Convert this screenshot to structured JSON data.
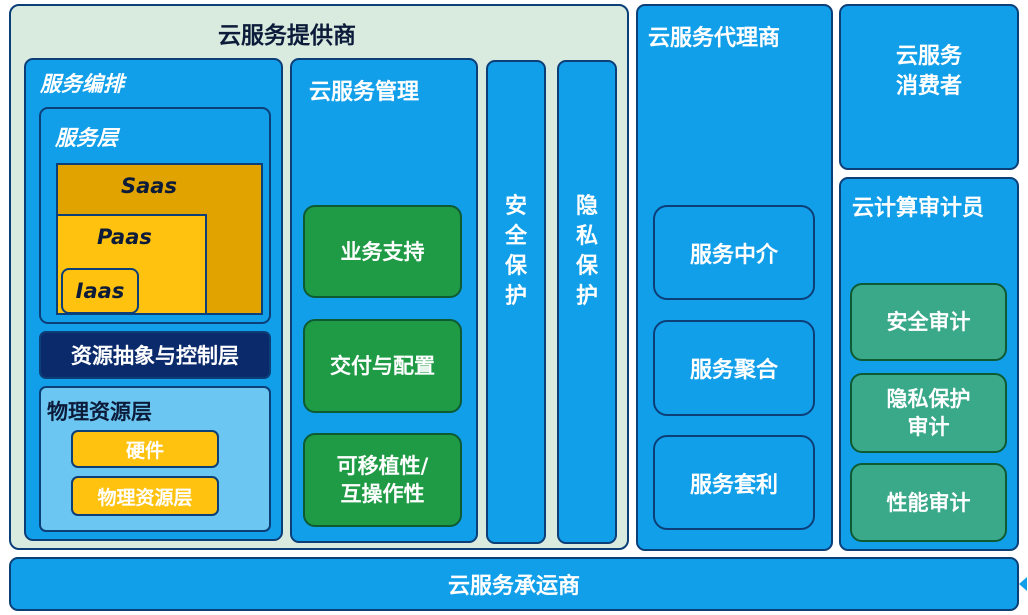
{
  "provider": {
    "title": "云服务提供商",
    "orchestration": {
      "title": "服务编排",
      "service_layer": {
        "title": "服务层",
        "saas": "Saas",
        "paas": "Paas",
        "iaas": "Iaas"
      },
      "abstraction_layer": "资源抽象与控制层",
      "physical_layer": {
        "title": "物理资源层",
        "hardware": "硬件",
        "facility": "物理资源层"
      }
    },
    "management": {
      "title": "云服务管理",
      "items": [
        "业务支持",
        "交付与配置",
        "可移植性/",
        "互操作性"
      ]
    },
    "security": [
      "安",
      "全",
      "保",
      "护"
    ],
    "privacy": [
      "隐",
      "私",
      "保",
      "护"
    ]
  },
  "broker": {
    "title": "云服务代理商",
    "items": [
      "服务中介",
      "服务聚合",
      "服务套利"
    ]
  },
  "consumer": {
    "line1": "云服务",
    "line2": "消费者"
  },
  "auditor": {
    "title": "云计算审计员",
    "items": [
      "安全审计",
      "隐私保护",
      "审计",
      "性能审计"
    ]
  },
  "carrier": {
    "title": "云服务承运商"
  },
  "colors": {
    "blue": "#129fea",
    "navy": "#0c3f78",
    "dark_navy": "#0a2a6b",
    "gold": "#ffc20e",
    "gold_dark": "#e0a300",
    "green": "#1f9a45",
    "teal": "#3aa98a",
    "light_blue": "#6cc6f2",
    "pale_green": "#d8ebde"
  }
}
